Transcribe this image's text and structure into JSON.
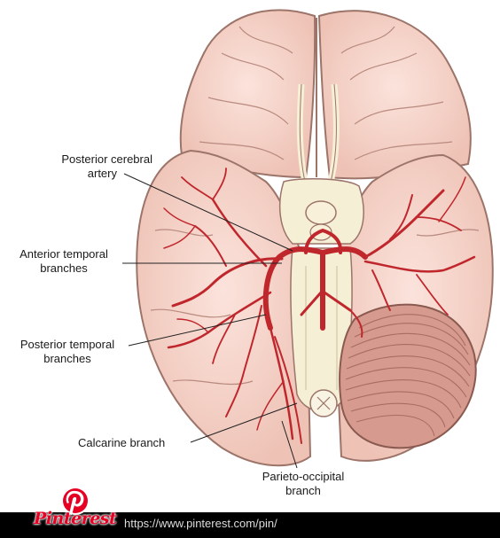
{
  "labels": {
    "posterior_cerebral_artery": [
      "Posterior cerebral",
      "artery"
    ],
    "anterior_temporal_branches": [
      "Anterior temporal",
      "branches"
    ],
    "posterior_temporal_branches": [
      "Posterior temporal",
      "branches"
    ],
    "calcarine_branch": "Calcarine branch",
    "parieto_occipital_branch": [
      "Parieto-occipital",
      "branch"
    ]
  },
  "watermark": {
    "brand": "Pinterest",
    "url": "https://www.pinterest.com/pin/"
  },
  "colors": {
    "brain_fill": "#f6d2c7",
    "brain_stroke": "#9c7469",
    "artery": "#c0272d",
    "cerebellum": "#d69a8e",
    "brainstem": "#f5efd6",
    "pinterest_red": "#e60023"
  }
}
